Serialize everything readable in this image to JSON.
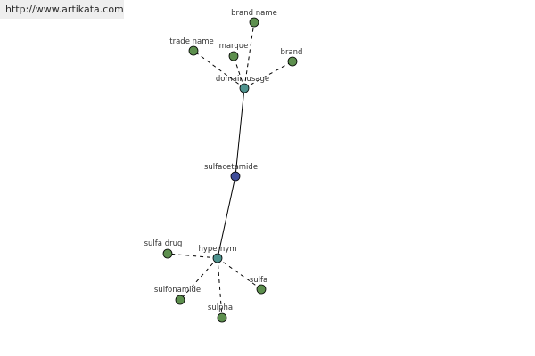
{
  "header": {
    "link_text": "http://www.artikata.com"
  },
  "colors": {
    "leaf": "#5d8f4e",
    "relation": "#4f938e",
    "root": "#3f4d9a"
  },
  "graph": {
    "nodes": [
      {
        "id": "sulfacetamide",
        "label": "sulfacetamide",
        "kind": "root"
      },
      {
        "id": "domain_usage",
        "label": "domain usage",
        "kind": "relation"
      },
      {
        "id": "hypernym",
        "label": "hypernym",
        "kind": "relation"
      },
      {
        "id": "brand_name",
        "label": "brand name",
        "kind": "leaf"
      },
      {
        "id": "trade_name",
        "label": "trade name",
        "kind": "leaf"
      },
      {
        "id": "marque",
        "label": "marque",
        "kind": "leaf"
      },
      {
        "id": "brand",
        "label": "brand",
        "kind": "leaf"
      },
      {
        "id": "sulfa_drug",
        "label": "sulfa drug",
        "kind": "leaf"
      },
      {
        "id": "sulfonamide",
        "label": "sulfonamide",
        "kind": "leaf"
      },
      {
        "id": "sulpha",
        "label": "sulpha",
        "kind": "leaf"
      },
      {
        "id": "sulfa",
        "label": "sulfa",
        "kind": "leaf"
      }
    ],
    "edges": [
      {
        "from": "sulfacetamide",
        "to": "domain_usage",
        "style": "solid"
      },
      {
        "from": "sulfacetamide",
        "to": "hypernym",
        "style": "solid"
      },
      {
        "from": "domain_usage",
        "to": "brand_name",
        "style": "dashed"
      },
      {
        "from": "domain_usage",
        "to": "trade_name",
        "style": "dashed"
      },
      {
        "from": "domain_usage",
        "to": "marque",
        "style": "dashed"
      },
      {
        "from": "domain_usage",
        "to": "brand",
        "style": "dashed"
      },
      {
        "from": "hypernym",
        "to": "sulfa_drug",
        "style": "dashed"
      },
      {
        "from": "hypernym",
        "to": "sulfonamide",
        "style": "dashed"
      },
      {
        "from": "hypernym",
        "to": "sulpha",
        "style": "dashed"
      },
      {
        "from": "hypernym",
        "to": "sulfa",
        "style": "dashed"
      }
    ]
  }
}
